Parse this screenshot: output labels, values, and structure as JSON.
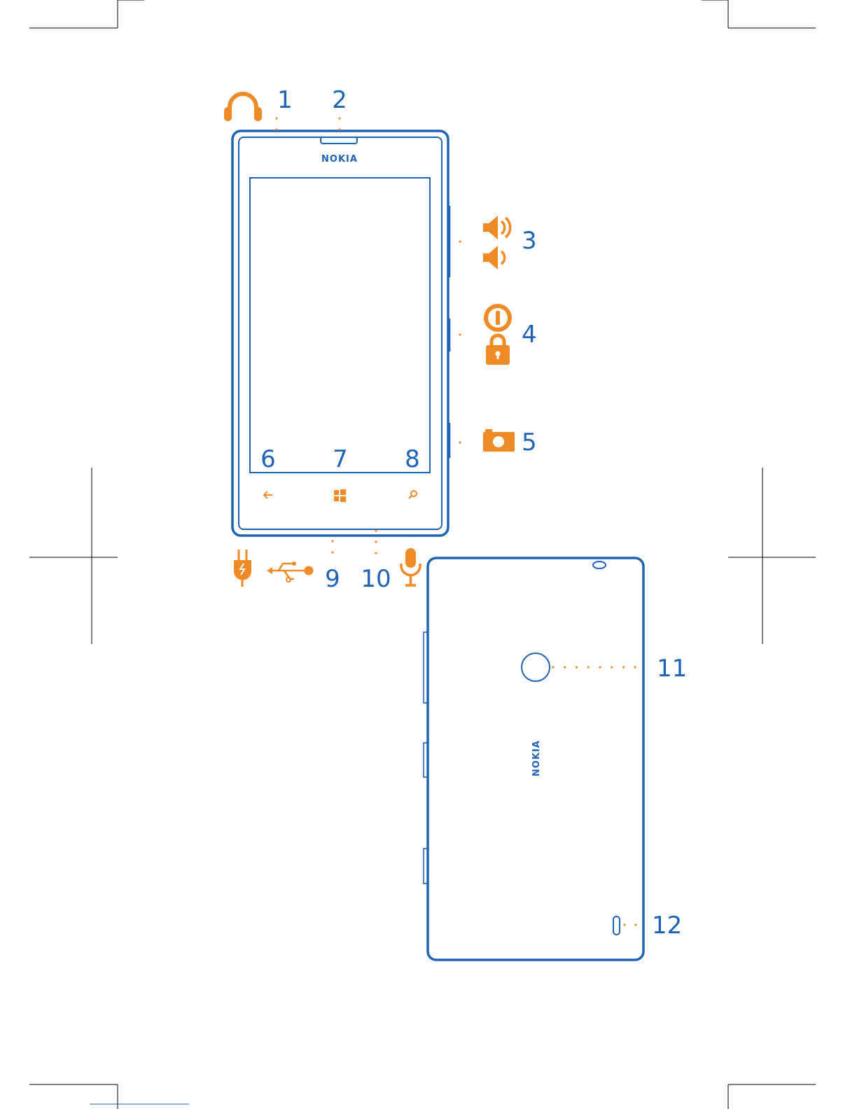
{
  "brand": "NOKIA",
  "callouts": {
    "headset_connector": "1",
    "earpiece": "2",
    "volume_keys": "3",
    "power_lock_key": "4",
    "camera_key": "5",
    "back_key": "6",
    "start_key": "7",
    "search_key": "8",
    "micro_usb_connector": "9",
    "microphone": "10",
    "camera_lens": "11",
    "loudspeaker": "12"
  },
  "colors": {
    "outline": "#1e63b5",
    "icon": "#f08a24"
  },
  "icons": [
    "headphones-icon",
    "speaker-volume-up-icon",
    "speaker-volume-down-icon",
    "power-icon",
    "lock-icon",
    "camera-icon",
    "back-arrow-icon",
    "windows-logo-icon",
    "search-icon",
    "charger-plug-icon",
    "usb-icon",
    "microphone-icon"
  ]
}
